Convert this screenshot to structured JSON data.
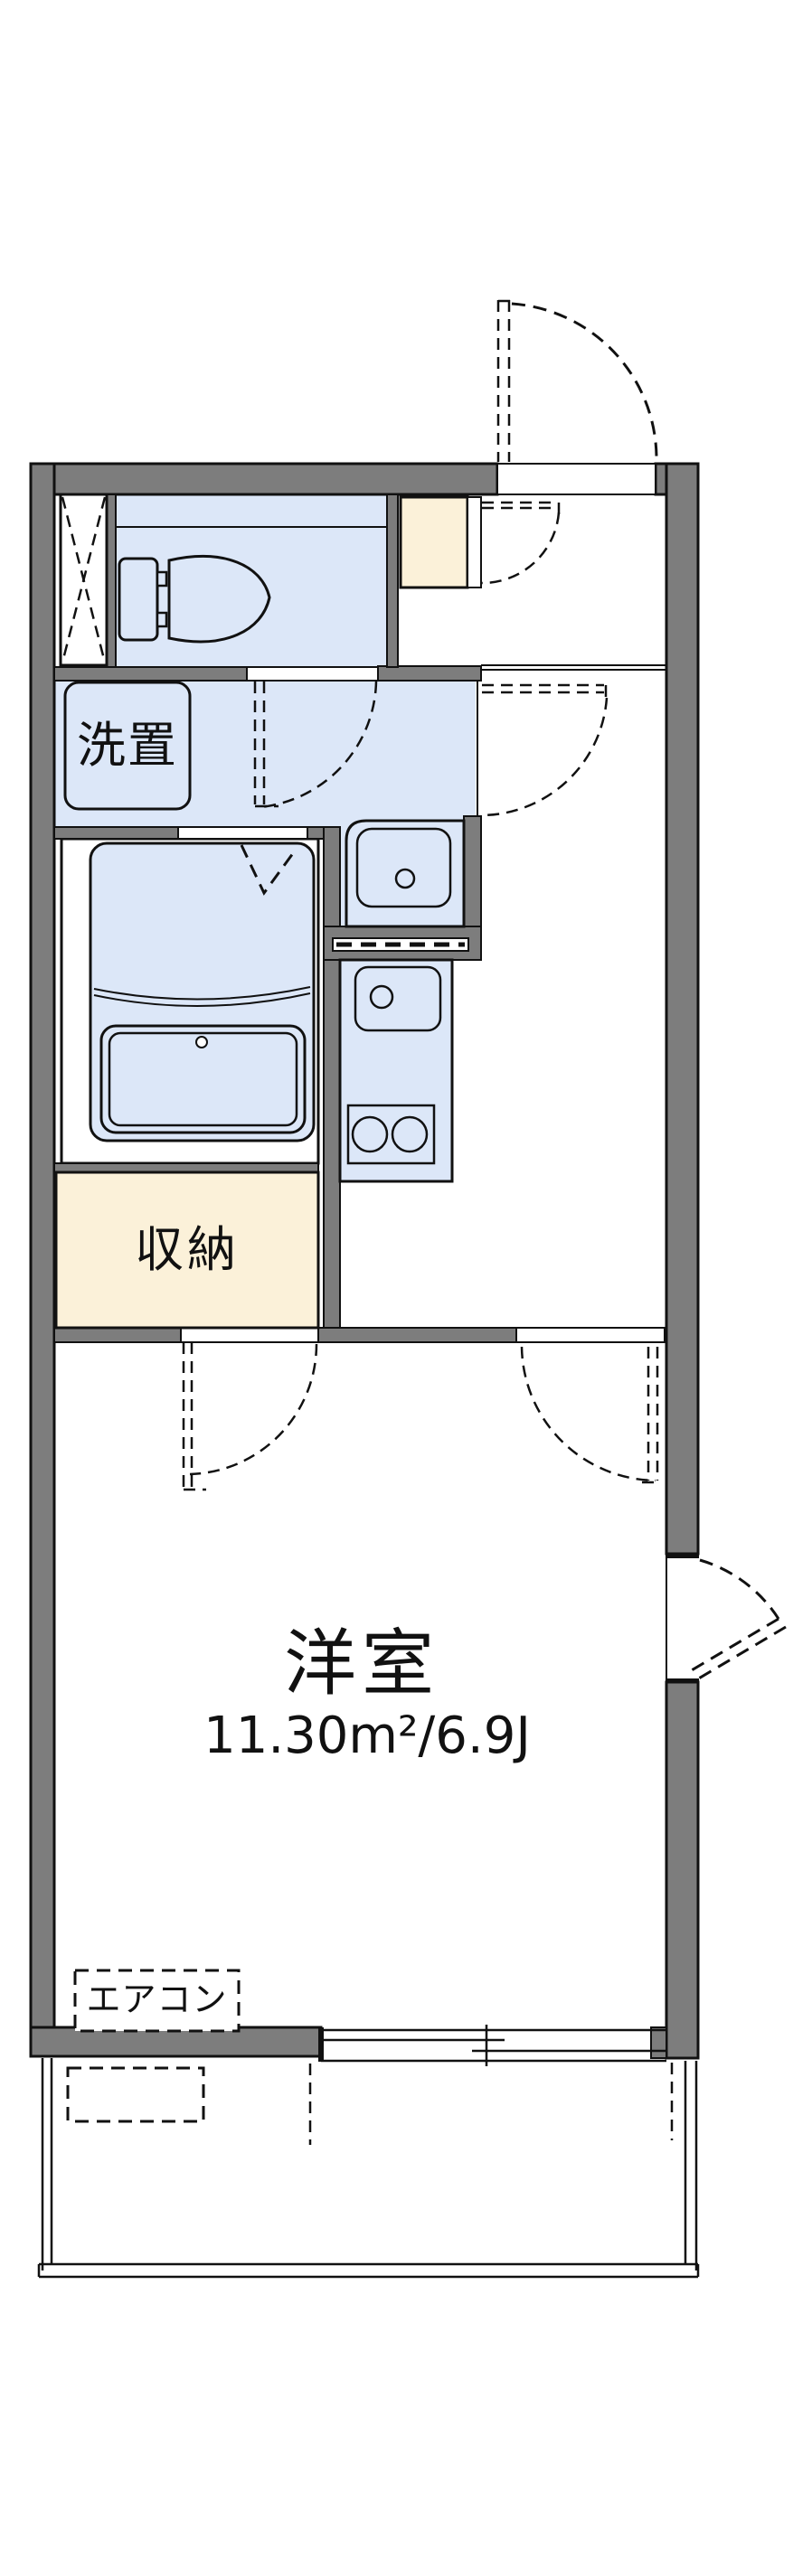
{
  "labels": {
    "washer": "洗置",
    "storage": "収納",
    "room_name": "洋室",
    "room_area": "11.30m²/6.9J",
    "aircon": "エアコン"
  },
  "colors": {
    "wall": "#7d7d7d",
    "wet": "#dce7f8",
    "cabinet": "#fbf1d9",
    "line": "#111111",
    "floor": "#ffffff"
  }
}
